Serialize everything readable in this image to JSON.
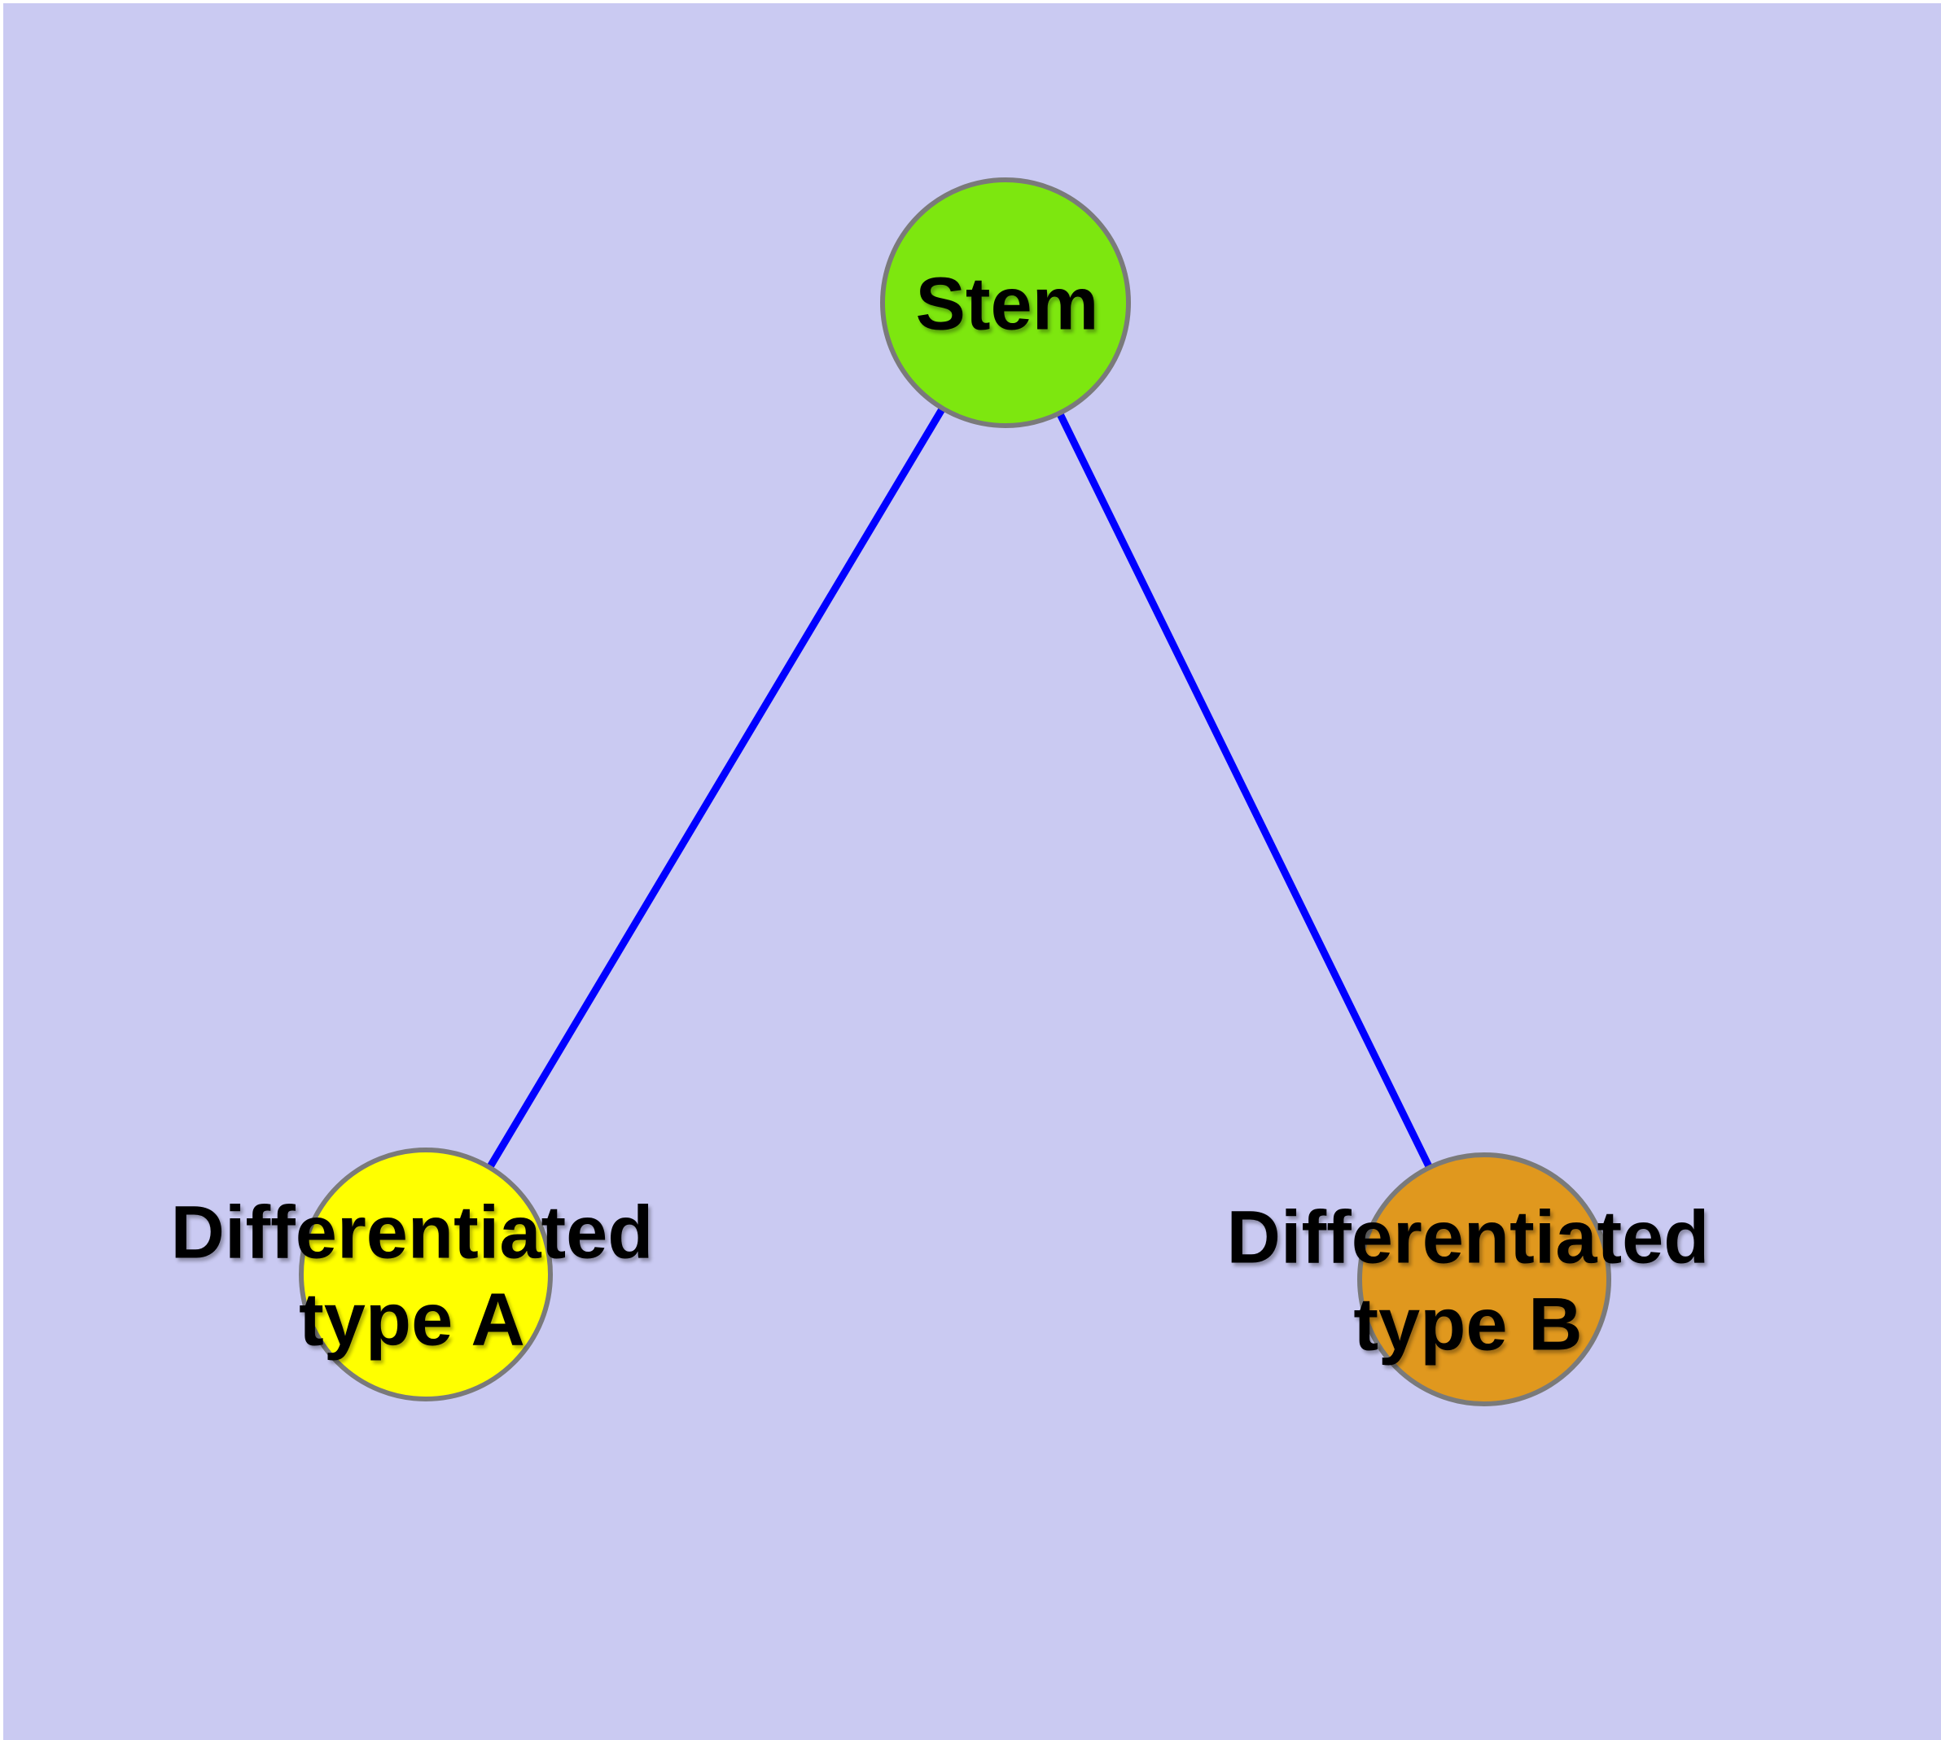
{
  "diagram": {
    "type": "node-link-graph",
    "background_color": "#CACAF2",
    "margin_color": "#FFFFFF",
    "edge_color": "#0000FF",
    "node_border_color": "#7A7A7A",
    "label_color": "#000000",
    "nodes": [
      {
        "id": "stem",
        "label": "Stem",
        "color": "#7DE70F"
      },
      {
        "id": "type-a",
        "label": "Differentiated\ntype A",
        "color": "#FFFF00"
      },
      {
        "id": "type-b",
        "label": "Differentiated\ntype B",
        "color": "#E0981E"
      }
    ],
    "edges": [
      {
        "from": "Stem",
        "to": "Differentiated type A"
      },
      {
        "from": "Stem",
        "to": "Differentiated type B"
      }
    ]
  }
}
